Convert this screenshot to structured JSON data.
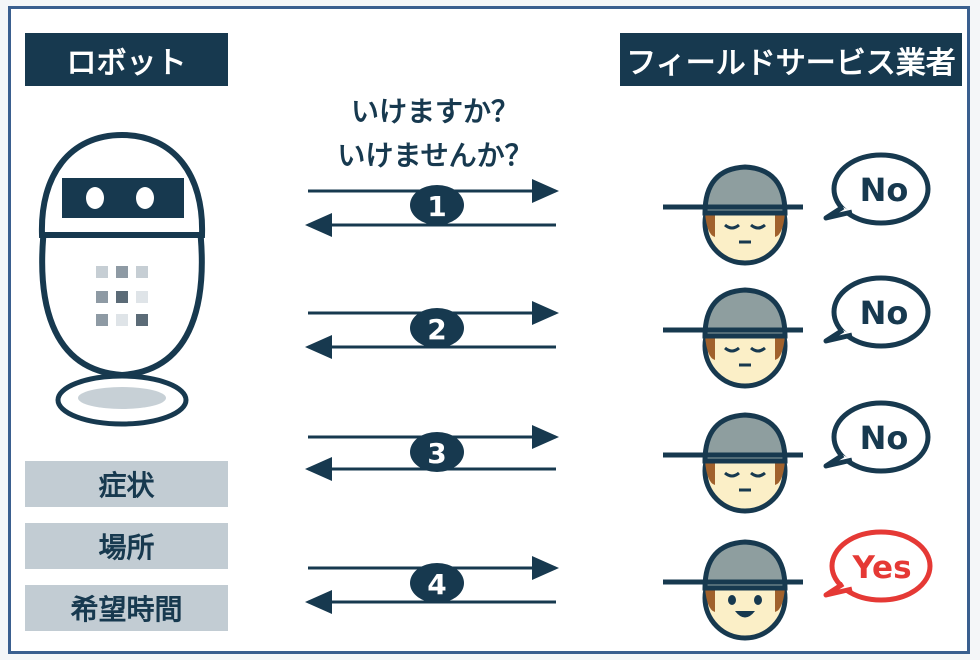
{
  "left_header": "ロボット",
  "right_header": "フィールドサービス業者",
  "question": {
    "line1": "いけますか？",
    "line2": "いけませんか？"
  },
  "attributes": [
    "症状",
    "場所",
    "希望時間"
  ],
  "steps": [
    {
      "number": "1",
      "reply": "No"
    },
    {
      "number": "2",
      "reply": "No"
    },
    {
      "number": "3",
      "reply": "No"
    },
    {
      "number": "4",
      "reply": "Yes"
    }
  ],
  "colors": {
    "navy": "#17394f",
    "attr_bg": "#c2ccd3",
    "helmet": "#8e9e9f",
    "skin": "#fbefc7",
    "hair": "#a0612c",
    "yes_red": "#e53935"
  }
}
